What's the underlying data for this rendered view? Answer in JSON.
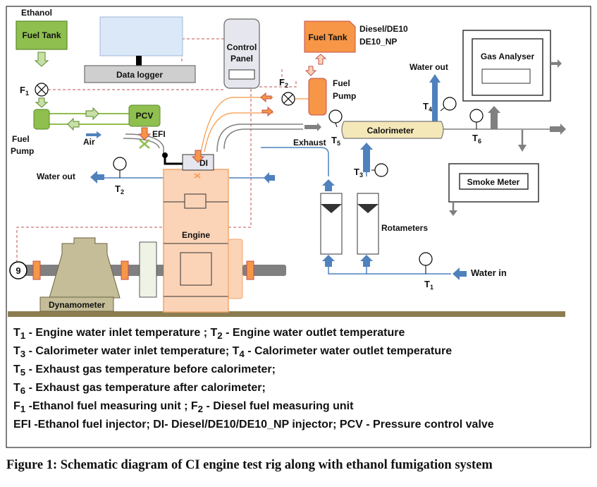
{
  "labels": {
    "ethanol": "Ethanol",
    "fuel_tank_ethanol": "Fuel Tank",
    "data_logger": "Data logger",
    "control_panel_line1": "Control",
    "control_panel_line2": "Panel",
    "fuel_tank_diesel": "Fuel Tank",
    "diesel_line1": "Diesel/DE10",
    "diesel_line2": "DE10_NP",
    "gas_analyser": "Gas Analyser",
    "f1": "F",
    "f1_sub": "1",
    "f2": "F",
    "f2_sub": "2",
    "fuel_pump_left_line1": "Fuel",
    "fuel_pump_left_line2": "Pump",
    "fuel_pump_right_line1": "Fuel",
    "fuel_pump_right_line2": "Pump",
    "pcv": "PCV",
    "efi": "EFI",
    "air": "Air",
    "water_out_left": "Water out",
    "water_out_top": "Water out",
    "di": "DI",
    "t1": "T",
    "t1_sub": "1",
    "t2": "T",
    "t2_sub": "2",
    "t3": "T",
    "t3_sub": "3",
    "t4": "T",
    "t4_sub": "4",
    "t5": "T",
    "t5_sub": "5",
    "t6": "T",
    "t6_sub": "6",
    "calorimeter": "Calorimeter",
    "exhaust": "Exhaust",
    "smoke_meter": "Smoke Meter",
    "engine": "Engine",
    "rotameters": "Rotameters",
    "water_in": "Water in",
    "dynamometer": "Dynamometer",
    "gauge_num": "9"
  },
  "legend": [
    {
      "pre": "T",
      "sub": "1",
      "text": " - Engine water inlet temperature ; ",
      "pre2": "T",
      "sub2": "2",
      "text2": " - Engine water outlet temperature"
    },
    {
      "pre": "T",
      "sub": "3",
      "text": " - Calorimeter water inlet temperature; ",
      "pre2": "T",
      "sub2": "4",
      "text2": " - Calorimeter water outlet temperature"
    },
    {
      "pre": "T",
      "sub": "5",
      "text": " - Exhaust gas temperature before calorimeter;",
      "pre2": "",
      "sub2": "",
      "text2": ""
    },
    {
      "pre": "T",
      "sub": "6",
      "text": " - Exhaust gas temperature after calorimeter;",
      "pre2": "",
      "sub2": "",
      "text2": ""
    },
    {
      "pre": "F",
      "sub": "1",
      "text": " -Ethanol fuel measuring unit ; ",
      "pre2": "F",
      "sub2": "2",
      "text2": " - Diesel fuel measuring unit"
    },
    {
      "pre": "EFI -Ethanol fuel injector; DI- Diesel/DE10/DE10_NP injector; PCV - Pressure control valve",
      "sub": "",
      "text": "",
      "pre2": "",
      "sub2": "",
      "text2": ""
    }
  ],
  "caption": "Figure 1: Schematic diagram of CI engine test rig along with ethanol fumigation system",
  "colors": {
    "engine_fill": "#fbd3b7",
    "engine_stroke": "#f1a66c",
    "green_fill": "#8fbf4f",
    "green_light": "#c8e0a8",
    "green_stroke": "#5a8a2a",
    "orange_fill": "#f79646",
    "orange_stroke": "#c0504d",
    "blue_arrow": "#4f81bd",
    "gray": "#808080",
    "dyno_fill": "#c4bd97",
    "dashed": "#c0504d",
    "calorimeter_fill": "#f5e8b8",
    "ground": "#8b7d50"
  }
}
